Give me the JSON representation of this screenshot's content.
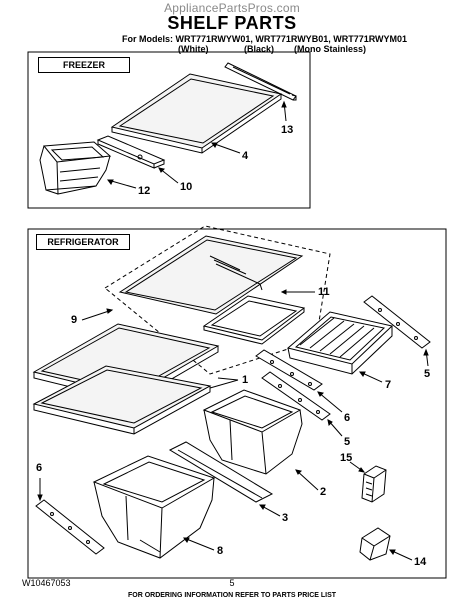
{
  "header": {
    "watermark": "AppliancePartsPros.com",
    "title": "SHELF PARTS",
    "models_line": "For Models: WRT771RWYW01, WRT771RWYB01, WRT771RWYM01",
    "variants": [
      "(White)",
      "(Black)",
      "(Mono Stainless)"
    ]
  },
  "sections": {
    "freezer": "FREEZER",
    "refrigerator": "REFRIGERATOR"
  },
  "callouts": {
    "c13": "13",
    "c4": "4",
    "c10": "10",
    "c12": "12",
    "c11": "11",
    "c9": "9",
    "c1": "1",
    "c7": "7",
    "c5a": "5",
    "c6a": "6",
    "c5b": "5",
    "c15": "15",
    "c2": "2",
    "c6b": "6",
    "c3": "3",
    "c8": "8",
    "c14": "14"
  },
  "footer": {
    "doc_number": "W10467053",
    "page_number": "5",
    "ordering_info": "FOR ORDERING INFORMATION REFER TO PARTS PRICE LIST"
  },
  "colors": {
    "line": "#000000",
    "watermark": "#8a8a8a",
    "glass": "#f4f4f4"
  }
}
